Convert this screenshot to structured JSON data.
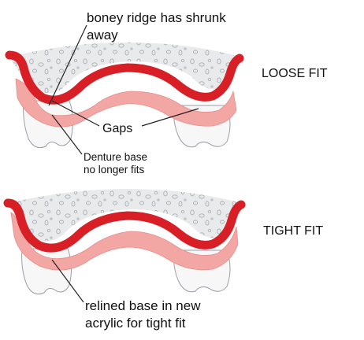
{
  "colors": {
    "gum_red": "#d81f26",
    "base_pink": "#f2a7a4",
    "bone_gray": "#e9eaec",
    "tooth_white": "#f7f7f8",
    "line": "#222222"
  },
  "top": {
    "note_line1": "boney ridge has shrunk",
    "note_line2": "away",
    "gaps_label": "Gaps",
    "base_line1": "Denture base",
    "base_line2": "no longer fits",
    "fit_label": "LOOSE FIT"
  },
  "bottom": {
    "fit_label": "TIGHT FIT",
    "reline_line1": "relined base in new",
    "reline_line2": "acrylic for tight fit"
  }
}
